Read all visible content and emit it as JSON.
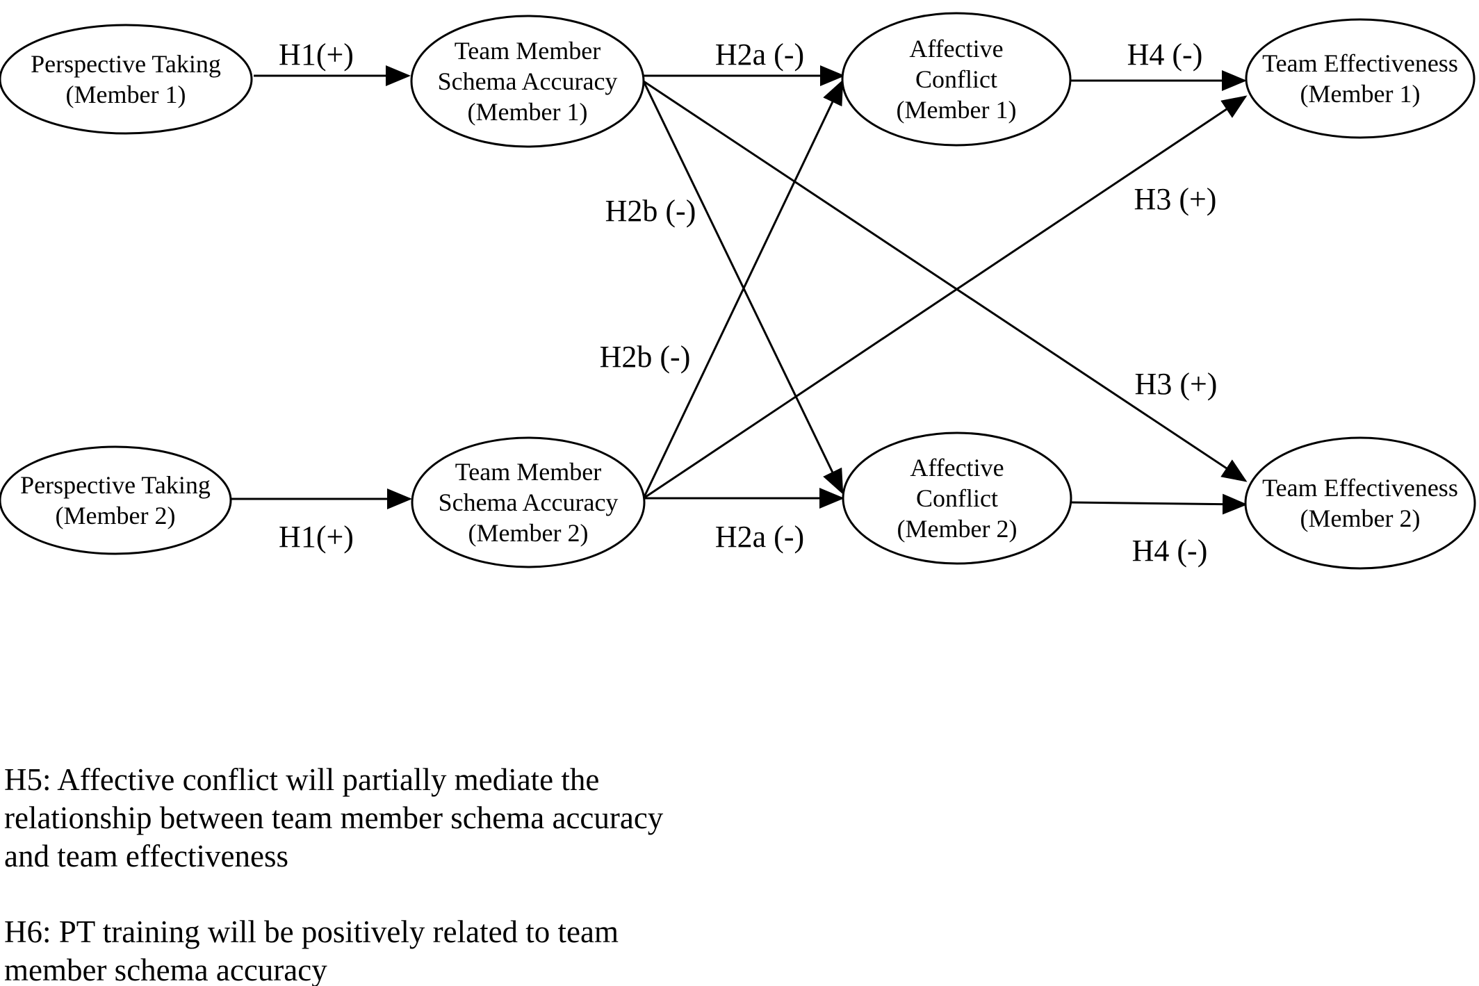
{
  "nodes": [
    {
      "id": "pt1",
      "lines": [
        "Perspective Taking",
        "(Member 1)"
      ]
    },
    {
      "id": "tmsa1",
      "lines": [
        "Team Member",
        "Schema Accuracy",
        "(Member 1)"
      ]
    },
    {
      "id": "ac1",
      "lines": [
        "Affective",
        "Conflict",
        "(Member 1)"
      ]
    },
    {
      "id": "te1",
      "lines": [
        "Team Effectiveness",
        "(Member 1)"
      ]
    },
    {
      "id": "pt2",
      "lines": [
        "Perspective Taking",
        "(Member 2)"
      ]
    },
    {
      "id": "tmsa2",
      "lines": [
        "Team Member",
        "Schema Accuracy",
        "(Member 2)"
      ]
    },
    {
      "id": "ac2",
      "lines": [
        "Affective",
        "Conflict",
        "(Member 2)"
      ]
    },
    {
      "id": "te2",
      "lines": [
        "Team Effectiveness",
        "(Member 2)"
      ]
    }
  ],
  "edges": [
    {
      "id": "h1-m1",
      "from": "pt1",
      "to": "tmsa1",
      "label": "H1(+)"
    },
    {
      "id": "h2a-m1",
      "from": "tmsa1",
      "to": "ac1",
      "label": "H2a (-)"
    },
    {
      "id": "h4-m1",
      "from": "ac1",
      "to": "te1",
      "label": "H4 (-)"
    },
    {
      "id": "h1-m2",
      "from": "pt2",
      "to": "tmsa2",
      "label": "H1(+)"
    },
    {
      "id": "h2a-m2",
      "from": "tmsa2",
      "to": "ac2",
      "label": "H2a (-)"
    },
    {
      "id": "h4-m2",
      "from": "ac2",
      "to": "te2",
      "label": "H4 (-)"
    },
    {
      "id": "h2b-m1-to-m2",
      "from": "tmsa1",
      "to": "ac2",
      "label": "H2b (-)"
    },
    {
      "id": "h2b-m2-to-m1",
      "from": "tmsa2",
      "to": "ac1",
      "label": "H2b (-)"
    },
    {
      "id": "h3-m2-to-m1",
      "from": "tmsa2",
      "to": "te1",
      "label": "H3 (+)"
    },
    {
      "id": "h3-m1-to-m2",
      "from": "tmsa1",
      "to": "te2",
      "label": "H3 (+)"
    }
  ],
  "notes": [
    {
      "id": "h5",
      "lines": [
        "H5: Affective conflict will partially mediate the",
        "relationship between team member schema accuracy",
        "and team effectiveness"
      ]
    },
    {
      "id": "h6",
      "lines": [
        "H6: PT training will be positively related to team",
        "member schema accuracy"
      ]
    }
  ]
}
